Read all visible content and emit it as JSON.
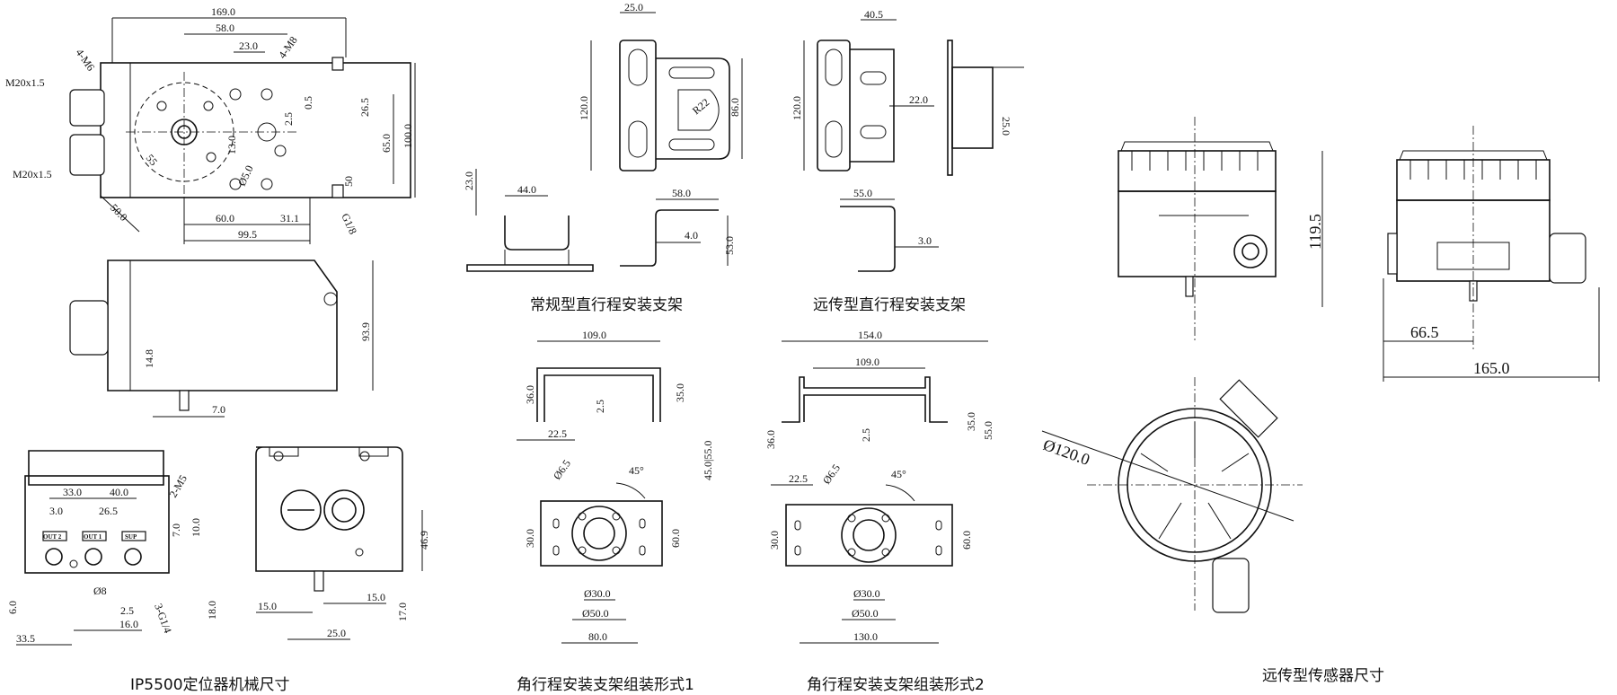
{
  "captions": {
    "positioner": "IP5500定位器机械尺寸",
    "straight_normal": "常规型直行程安装支架",
    "straight_remote": "远传型直行程安装支架",
    "angle1": "角行程安装支架组装形式1",
    "angle2": "角行程安装支架组装形式2",
    "remote_sensor": "远传型传感器尺寸"
  },
  "positioner_top": {
    "d169": "169.0",
    "d58": "58.0",
    "d23": "23.0",
    "m6": "4-M6",
    "m8": "4-M8",
    "m20a": "M20x1.5",
    "m20b": "M20x1.5",
    "d26_5": "26.5",
    "d0_5": "0.5",
    "d65": "65.0",
    "d100": "100.0",
    "d2_5": "2.5",
    "d13": "13.0",
    "d55": "55",
    "d5": "Ø5.0",
    "d50": "50",
    "d50b": "50.0",
    "d60": "60.0",
    "d31_1": "31.1",
    "d99_5": "99.5",
    "g18": "G1/8"
  },
  "positioner_side": {
    "d93_9": "93.9",
    "d14_8": "14.8",
    "d7": "7.0"
  },
  "positioner_front": {
    "d33": "33.0",
    "d40": "40.0",
    "d3": "3.0",
    "d26_5": "26.5",
    "m5": "2-M5",
    "d7": "7.0",
    "d10": "10.0",
    "out2": "OUT 2",
    "out1": "OUT 1",
    "sup": "SUP",
    "d8": "Ø8",
    "d2_5": "2.5",
    "g14": "3-G1/4",
    "d16": "16.0",
    "d6": "6.0",
    "d18": "18.0",
    "d33_5": "33.5"
  },
  "positioner_back": {
    "d46_9": "46.9",
    "d15a": "15.0",
    "d15b": "15.0",
    "d17": "17.0",
    "d25": "25.0"
  },
  "straight_normal": {
    "d25": "25.0",
    "d120": "120.0",
    "d86": "86.0",
    "r22": "R22",
    "d23": "23.0",
    "d44": "44.0",
    "d58": "58.0",
    "d4": "4.0",
    "d53": "53.0"
  },
  "straight_remote": {
    "d40_5": "40.5",
    "d120": "120.0",
    "d22": "22.0",
    "d25": "25.0",
    "d55": "55.0",
    "d3": "3.0"
  },
  "angle1": {
    "d109": "109.0",
    "d36": "36.0",
    "d2_5": "2.5",
    "d35": "35.0",
    "d45_55": "45.0|55.0",
    "d22_5": "22.5",
    "d6_5": "Ø6.5",
    "d45deg": "45°",
    "d30": "30.0",
    "d60": "60.0",
    "d30c": "Ø30.0",
    "d50c": "Ø50.0",
    "d80": "80.0"
  },
  "angle2": {
    "d154": "154.0",
    "d109": "109.0",
    "d36": "36.0",
    "d2_5": "2.5",
    "d35": "35.0",
    "d55": "55.0",
    "d22_5": "22.5",
    "d6_5": "Ø6.5",
    "d45deg": "45°",
    "d30": "30.0",
    "d60": "60.0",
    "d30c": "Ø30.0",
    "d50c": "Ø50.0",
    "d130": "130.0"
  },
  "remote_sensor": {
    "d119_5": "119.5",
    "d66_5": "66.5",
    "d165": "165.0",
    "d120": "Ø120.0"
  }
}
